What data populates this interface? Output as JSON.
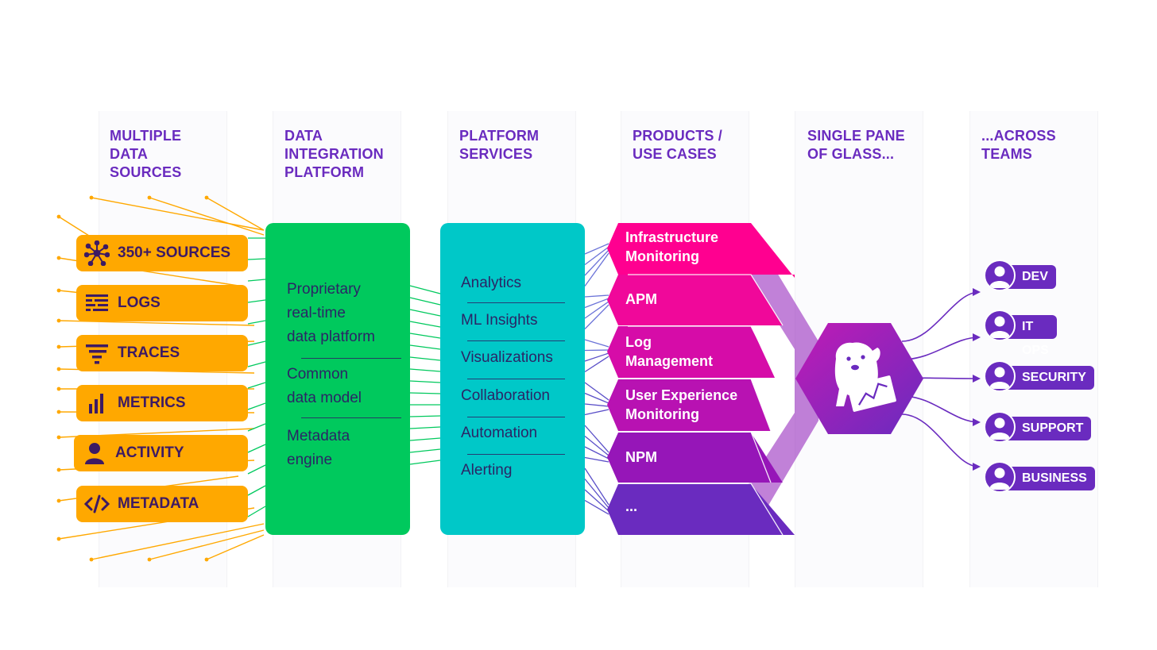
{
  "columns": [
    {
      "key": "sources",
      "label_lines": [
        "MULTIPLE",
        "DATA",
        "SOURCES"
      ]
    },
    {
      "key": "integration",
      "label_lines": [
        "DATA",
        "INTEGRATION",
        "PLATFORM"
      ]
    },
    {
      "key": "services",
      "label_lines": [
        "PLATFORM",
        "SERVICES"
      ]
    },
    {
      "key": "products",
      "label_lines": [
        "PRODUCTS /",
        "USE CASES"
      ]
    },
    {
      "key": "glass",
      "label_lines": [
        "SINGLE PANE",
        "OF GLASS..."
      ]
    },
    {
      "key": "teams",
      "label_lines": [
        "...ACROSS",
        "TEAMS"
      ]
    }
  ],
  "sources": [
    {
      "label": "350+ SOURCES",
      "icon": "network-icon"
    },
    {
      "label": "LOGS",
      "icon": "log-lines-icon"
    },
    {
      "label": "TRACES",
      "icon": "traces-icon"
    },
    {
      "label": "METRICS",
      "icon": "bar-chart-icon"
    },
    {
      "label": "ACTIVITY",
      "icon": "person-icon"
    },
    {
      "label": "METADATA",
      "icon": "code-icon"
    }
  ],
  "integration": {
    "items": [
      [
        "Proprietary",
        "real-time",
        "data platform"
      ],
      [
        "Common",
        "data model"
      ],
      [
        "Metadata",
        "engine"
      ]
    ]
  },
  "services": [
    "Analytics",
    "ML Insights",
    "Visualizations",
    "Collaboration",
    "Automation",
    "Alerting"
  ],
  "products": [
    {
      "lines": [
        "Infrastructure",
        "Monitoring"
      ]
    },
    {
      "lines": [
        "APM"
      ]
    },
    {
      "lines": [
        "Log",
        "Management"
      ]
    },
    {
      "lines": [
        "User Experience",
        "Monitoring"
      ]
    },
    {
      "lines": [
        "NPM"
      ]
    },
    {
      "lines": [
        "..."
      ]
    }
  ],
  "glass": {
    "icon": "datadog-dog-icon"
  },
  "teams": [
    "DEV",
    "IT OPS",
    "SECURITY",
    "SUPPORT",
    "BUSINESS"
  ],
  "colors": {
    "accent_purple": "#6a2bbf",
    "source_orange": "#ffa800",
    "integration_green": "#00c95d",
    "services_teal": "#00c8c8",
    "product_magenta": "#ff0090",
    "product_purple": "#6a2bbf"
  }
}
